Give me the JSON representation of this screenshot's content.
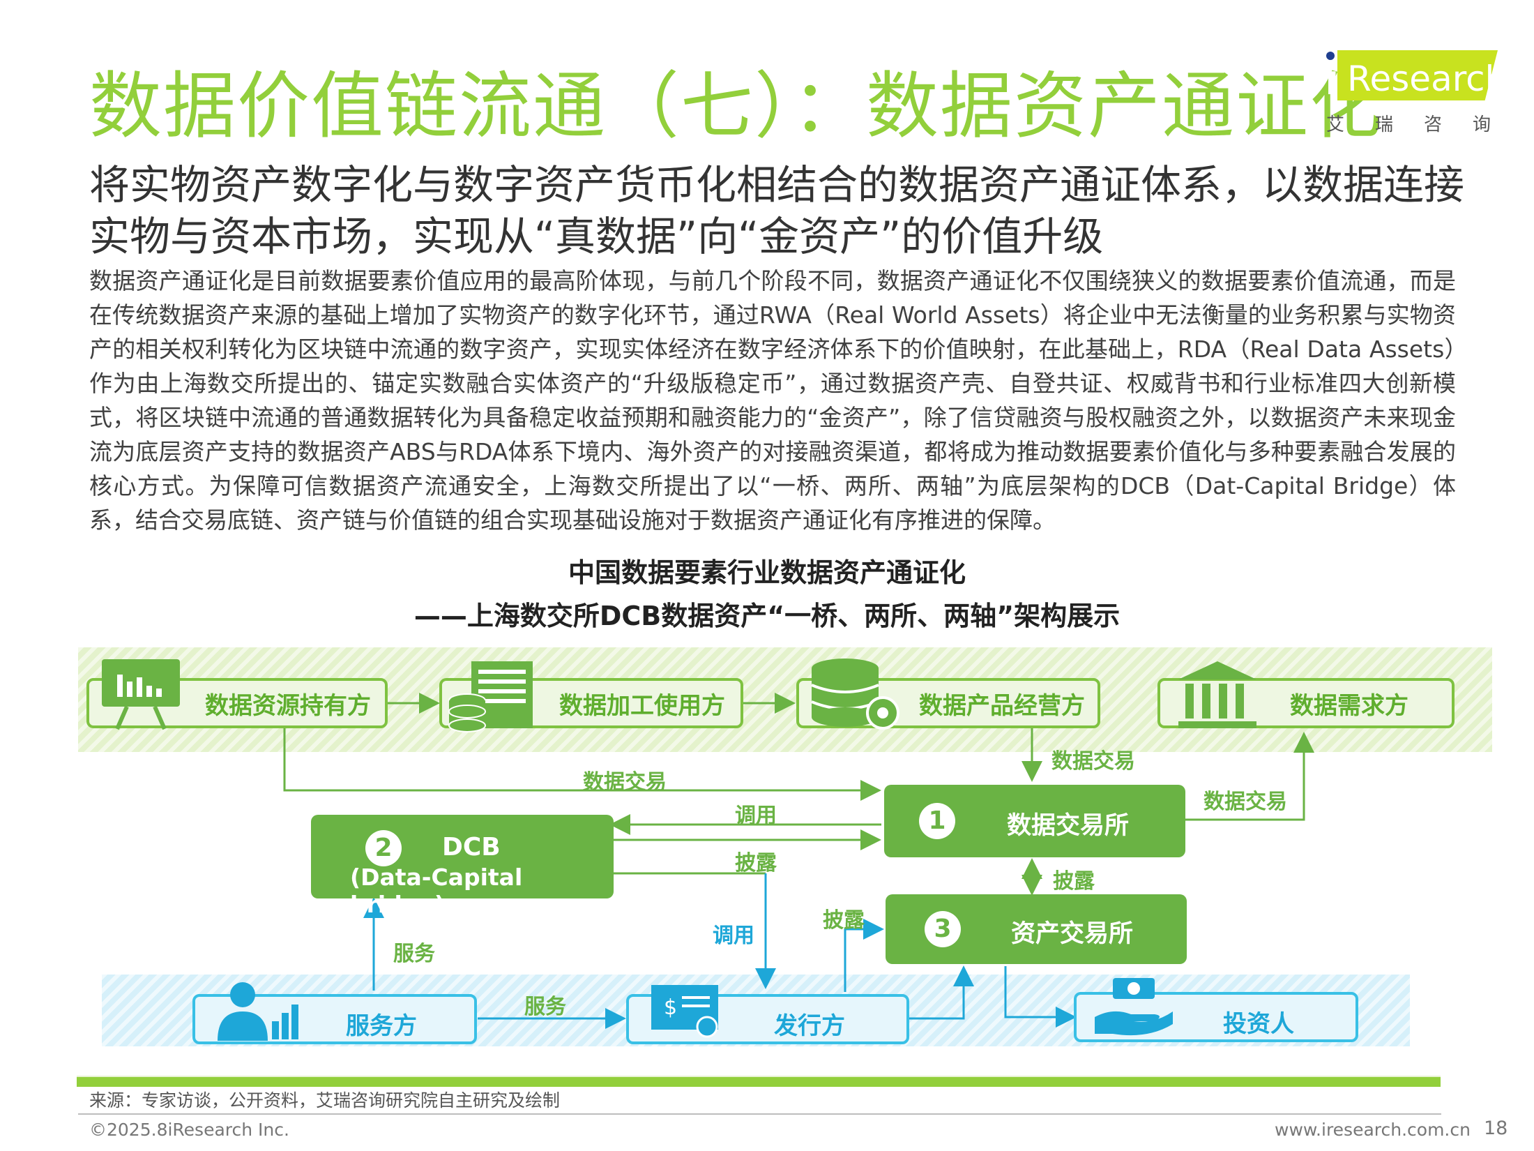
{
  "header": {
    "title": "数据价值链流通（七）：数据资产通证化",
    "logo_text": "Research",
    "logo_i": "i",
    "logo_cn": "艾瑞咨询",
    "subtitle": "将实物资产数字化与数字资产货币化相结合的数据资产通证体系，以数据连接实物与资本市场，实现从“真数据”向“金资产”的价值升级"
  },
  "body_text": "数据资产通证化是目前数据要素价值应用的最高阶体现，与前几个阶段不同，数据资产通证化不仅围绕狭义的数据要素价值流通，而是在传统数据资产来源的基础上增加了实物资产的数字化环节，通过RWA（Real World Assets）将企业中无法衡量的业务积累与实物资产的相关权利转化为区块链中流通的数字资产，实现实体经济在数字经济体系下的价值映射，在此基础上，RDA（Real Data Assets）作为由上海数交所提出的、锚定实数融合实体资产的“升级版稳定币”，通过数据资产壳、自登共证、权威背书和行业标准四大创新模式，将区块链中流通的普通数据转化为具备稳定收益预期和融资能力的“金资产”，除了信贷融资与股权融资之外，以数据资产未来现金流为底层资产支持的数据资产ABS与RDA体系下境内、海外资产的对接融资渠道，都将成为推动数据要素价值化与多种要素融合发展的核心方式。为保障可信数据资产流通安全，上海数交所提出了以“一桥、两所、两轴”为底层架构的DCB（Dat-Capital Bridge）体系，结合交易底链、资产链与价值链的组合实现基础设施对于数据资产通证化有序推进的保障。",
  "diagram": {
    "title_line1": "中国数据要素行业数据资产通证化",
    "title_line2": "——上海数交所DCB数据资产“一桥、两所、两轴”架构展示",
    "top_nodes": [
      "数据资源持有方",
      "数据加工使用方",
      "数据产品经营方",
      "数据需求方"
    ],
    "dcb": {
      "num": "2",
      "name": "DCB",
      "full": "(Data-Capital bridge)"
    },
    "exchange": {
      "num": "1",
      "name": "数据交易所"
    },
    "asset_exchange": {
      "num": "3",
      "name": "资产交易所"
    },
    "bottom_nodes": [
      "服务方",
      "发行方",
      "投资人"
    ],
    "edge_labels": {
      "data_trade_1": "数据交易",
      "data_trade_2": "数据交易",
      "data_trade_3": "数据交易",
      "call_1": "调用",
      "disclose_1": "披露",
      "disclose_2": "披露",
      "call_2": "调用",
      "disclose_3": "披露",
      "service_1": "服务",
      "service_2": "服务"
    }
  },
  "footer": {
    "source": "来源：专家访谈，公开资料，艾瑞咨询研究院自主研究及绘制",
    "copyright": "©2025.8iResearch Inc.",
    "website": "www.iresearch.com.cn",
    "page": "18"
  },
  "colors": {
    "green": "#92cf3b",
    "node_green": "#6ab344",
    "cyan": "#39c0e6"
  }
}
